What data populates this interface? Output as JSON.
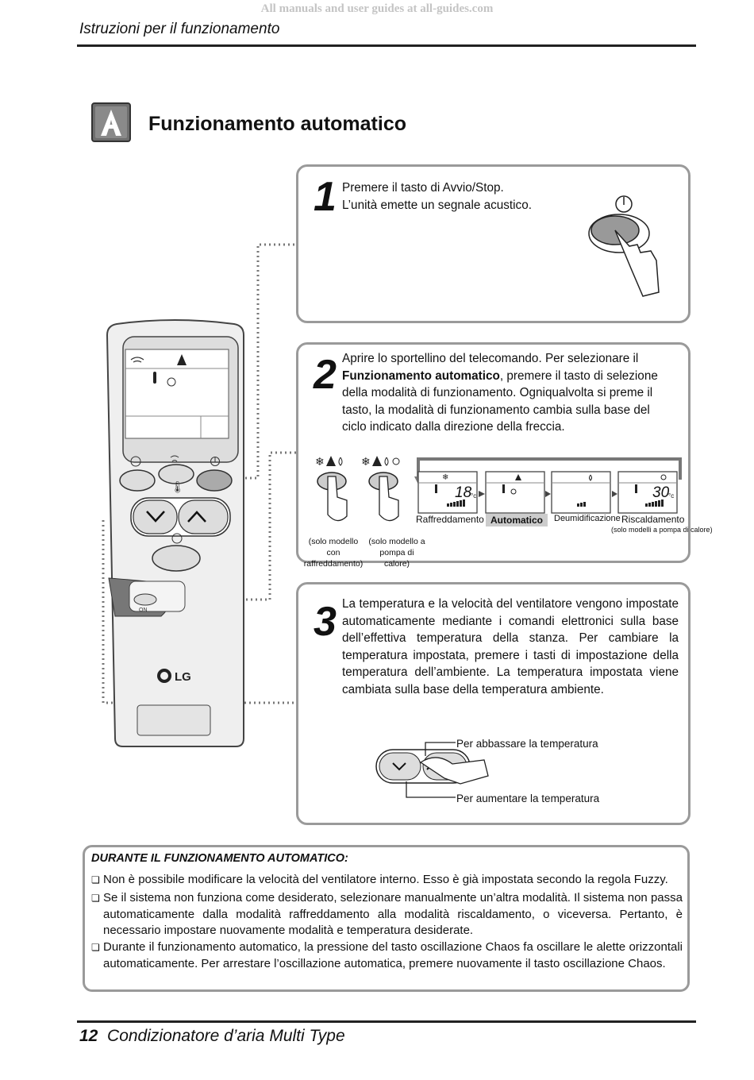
{
  "watermark": "All manuals and user guides at all-guides.com",
  "header": {
    "title": "Istruzioni per il funzionamento"
  },
  "section": {
    "title": "Funzionamento automatico"
  },
  "steps": [
    {
      "number": "1",
      "lines": [
        "Premere il tasto di Avvio/Stop.",
        "L’unità emette un segnale acustico."
      ]
    },
    {
      "number": "2",
      "text_pre": "Aprire lo sportellino del telecomando. Per selezionare il ",
      "text_bold": "Funzionamento automatico",
      "text_post": ", premere il tasto di selezione della modalità di funzionamento. Ogniqualvolta si preme il tasto, la modalità di funzionamento cambia sulla base del ciclo indicato dalla direzione della freccia.",
      "button_captions": [
        "(solo modello\ncon raffreddamento)",
        "(solo modello a\npompa di calore)"
      ],
      "modes": [
        {
          "label": "Raffreddamento",
          "temp": "18",
          "unit": "°c"
        },
        {
          "label": "Automatico"
        },
        {
          "label": "Deumidificazione"
        },
        {
          "label": "Riscaldamento",
          "temp": "30",
          "unit": "°c",
          "note": "(solo modelli a pompa di calore)"
        }
      ]
    },
    {
      "number": "3",
      "text": "La temperatura e la velocità del ventilatore vengono impostate automaticamente mediante i comandi elettronici sulla base dell’effettiva temperatura della stanza. Per cambiare la temperatura impostata, premere i tasti di impostazione della temperatura dell’ambiente. La temperatura impostata viene cambiata sulla base della temperatura ambiente.",
      "label_down": "Per abbassare la temperatura",
      "label_up": "Per aumentare la temperatura"
    }
  ],
  "remote": {
    "brand": "LG",
    "on_label": "ON"
  },
  "notes": {
    "title": "DURANTE IL FUNZIONAMENTO AUTOMATICO:",
    "bullet_mark": "❏",
    "items": [
      "Non è possibile modificare la velocità del ventilatore interno. Esso è già impostata secondo la regola Fuzzy.",
      "Se il sistema non funziona come desiderato, selezionare manualmente un’altra modalità. Il sistema non passa automaticamente dalla modalità raffreddamento alla modalità riscaldamento, o viceversa. Pertanto, è necessario impostare nuovamente modalità e temperatura desiderate.",
      "Durante il funzionamento automatico, la pressione del tasto oscillazione Chaos fa oscillare le alette orizzontali automaticamente. Per arrestare l’oscillazione automatica, premere nuovamente il tasto oscillazione Chaos."
    ]
  },
  "footer": {
    "page_number": "12",
    "title": "Condizionatore d’aria Multi Type"
  }
}
